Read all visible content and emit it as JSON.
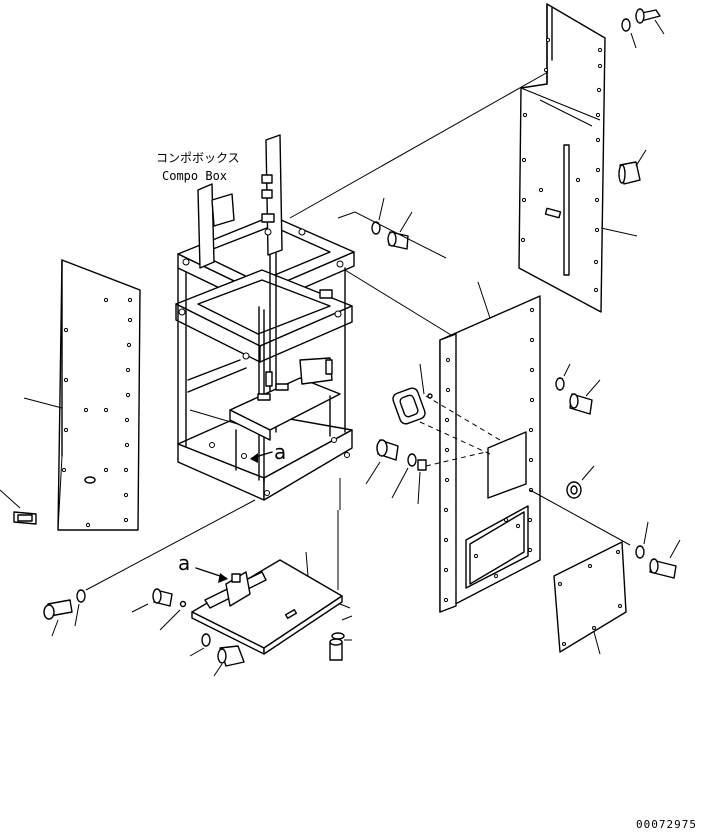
{
  "callout": {
    "jp": "コンポボックス",
    "en": "Compo Box"
  },
  "view_marks": {
    "frame": "a",
    "detail": "a"
  },
  "drawing_code": "00072975"
}
